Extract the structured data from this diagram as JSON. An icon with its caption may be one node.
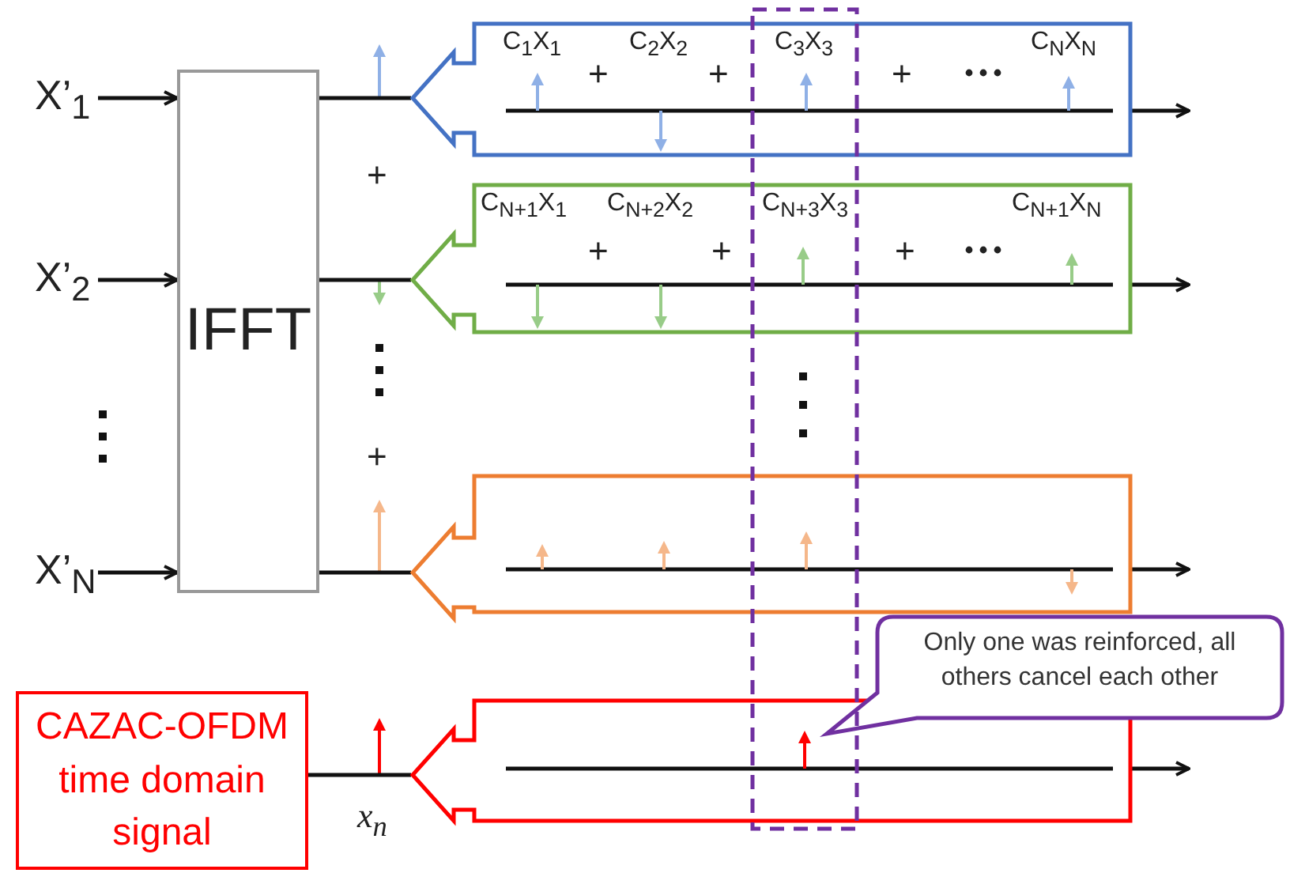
{
  "diagram": {
    "nodes": [
      {
        "text": [
          "X’$_{1}$"
        ]
      },
      {
        "text": [
          "X’$_{2}$"
        ]
      },
      {
        "text": [
          "X’$_{N}$"
        ]
      },
      {
        "text": [
          "IFFT"
        ]
      },
      {
        "text": [
          "C$_{1}$X$_{1}$",
          "+",
          "C$_{2}$X$_{2}$",
          "+",
          "C$_{3}$X$_{3}$",
          "+",
          "C$_{N}$X$_{N}$"
        ]
      },
      {
        "text": [
          "C$_{N+1}$X$_{1}$",
          "+",
          "C$_{N+2}$X$_{2}$",
          "+",
          "C$_{N+3}$X$_{3}$",
          "+",
          "C$_{N+1}$X$_{N}$"
        ]
      },
      {
        "text": [],
        "shape": "arrow"
      },
      {
        "text": [],
        "shape": "arrow"
      },
      {
        "text": [
          "CAZAC-OFDM time domain signal"
        ]
      },
      {
        "text": [
          "Only one was reinforced, all others cancel each other"
        ]
      }
    ],
    "edges": [
      {
        "from": 0,
        "to": 3,
        "arrow": "to"
      },
      {
        "from": 1,
        "to": 3,
        "arrow": "to"
      },
      {
        "from": 2,
        "to": 3,
        "arrow": "to"
      },
      {
        "from": 3,
        "to": 4,
        "arrow": "none"
      },
      {
        "from": 3,
        "to": 5,
        "arrow": "none"
      },
      {
        "from": 3,
        "to": 6,
        "arrow": "none"
      },
      {
        "from": 8,
        "to": 7,
        "arrow": "none"
      },
      {
        "from": 4,
        "to": null,
        "arrow": "to"
      },
      {
        "from": 5,
        "to": null,
        "arrow": "to"
      },
      {
        "from": 6,
        "to": null,
        "arrow": "to"
      },
      {
        "from": 7,
        "to": null,
        "arrow": "to"
      }
    ],
    "labels": [
      "+",
      "+",
      "x$_{n}$"
    ]
  }
}
